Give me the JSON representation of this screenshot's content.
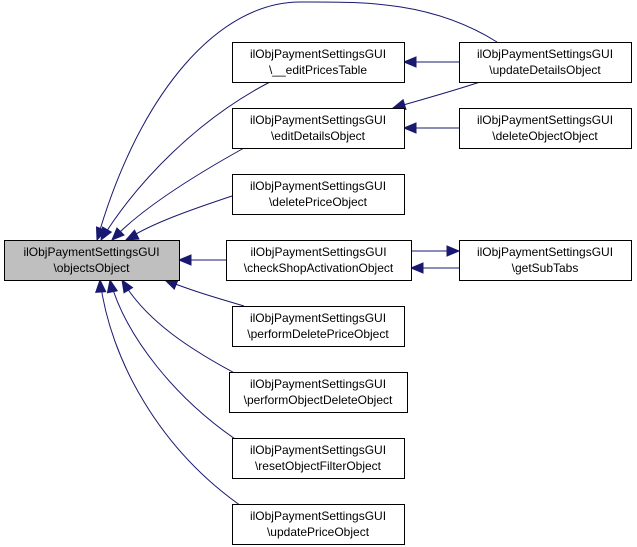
{
  "graph": {
    "edge_color": "#191970",
    "root_fill": "#bfbfbf",
    "node_fill": "#ffffff",
    "nodes": [
      {
        "id": "objectsObject",
        "line1": "ilObjPaymentSettingsGUI",
        "line2": "\\objectsObject",
        "root": true
      },
      {
        "id": "editPricesTable",
        "line1": "ilObjPaymentSettingsGUI",
        "line2": "\\__editPricesTable"
      },
      {
        "id": "editDetailsObject",
        "line1": "ilObjPaymentSettingsGUI",
        "line2": "\\editDetailsObject"
      },
      {
        "id": "deletePriceObject",
        "line1": "ilObjPaymentSettingsGUI",
        "line2": "\\deletePriceObject"
      },
      {
        "id": "checkShopActivationObject",
        "line1": "ilObjPaymentSettingsGUI",
        "line2": "\\checkShopActivationObject"
      },
      {
        "id": "performDeletePriceObject",
        "line1": "ilObjPaymentSettingsGUI",
        "line2": "\\performDeletePriceObject"
      },
      {
        "id": "performObjectDeleteObject",
        "line1": "ilObjPaymentSettingsGUI",
        "line2": "\\performObjectDeleteObject"
      },
      {
        "id": "resetObjectFilterObject",
        "line1": "ilObjPaymentSettingsGUI",
        "line2": "\\resetObjectFilterObject"
      },
      {
        "id": "updatePriceObject",
        "line1": "ilObjPaymentSettingsGUI",
        "line2": "\\updatePriceObject"
      },
      {
        "id": "updateDetailsObject",
        "line1": "ilObjPaymentSettingsGUI",
        "line2": "\\updateDetailsObject"
      },
      {
        "id": "deleteObjectObject",
        "line1": "ilObjPaymentSettingsGUI",
        "line2": "\\deleteObjectObject"
      },
      {
        "id": "getSubTabs",
        "line1": "ilObjPaymentSettingsGUI",
        "line2": "\\getSubTabs"
      }
    ],
    "edges": [
      {
        "from": "editPricesTable",
        "to": "objectsObject"
      },
      {
        "from": "editDetailsObject",
        "to": "objectsObject"
      },
      {
        "from": "deletePriceObject",
        "to": "objectsObject"
      },
      {
        "from": "checkShopActivationObject",
        "to": "objectsObject"
      },
      {
        "from": "performDeletePriceObject",
        "to": "objectsObject"
      },
      {
        "from": "performObjectDeleteObject",
        "to": "objectsObject"
      },
      {
        "from": "resetObjectFilterObject",
        "to": "objectsObject"
      },
      {
        "from": "updatePriceObject",
        "to": "objectsObject"
      },
      {
        "from": "updateDetailsObject",
        "to": "objectsObject"
      },
      {
        "from": "updateDetailsObject",
        "to": "editPricesTable"
      },
      {
        "from": "updateDetailsObject",
        "to": "editDetailsObject"
      },
      {
        "from": "deleteObjectObject",
        "to": "editDetailsObject"
      },
      {
        "from": "getSubTabs",
        "to": "checkShopActivationObject"
      },
      {
        "from": "checkShopActivationObject",
        "to": "getSubTabs"
      }
    ]
  }
}
